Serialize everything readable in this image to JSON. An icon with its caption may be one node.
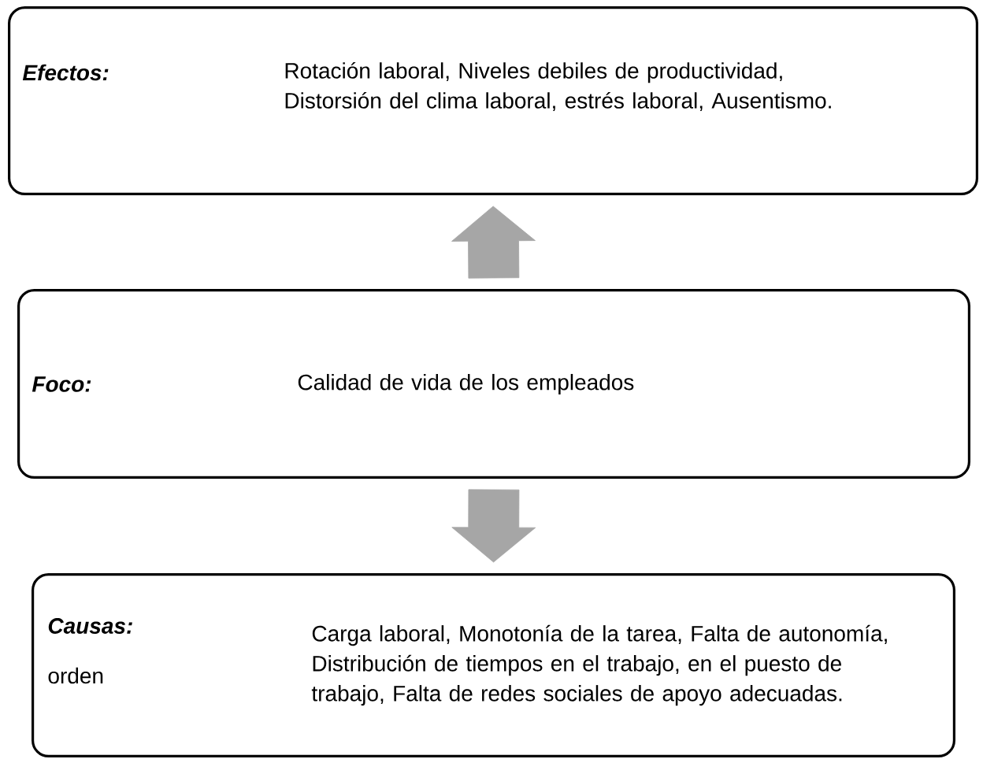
{
  "diagram": {
    "nodes": [
      {
        "text": [
          "Efectos:",
          "Rotación laboral, Niveles debiles de productividad, Distorsión del clima laboral, estrés laboral, Ausentismo."
        ]
      },
      {
        "text": [
          "Foco:",
          "Calidad de vida de los empleados"
        ]
      },
      {
        "text": [
          "Causas:",
          "orden",
          "Carga laboral, Monotonía de la tarea, Falta de autonomía, Distribución de tiempos en el trabajo, en el puesto de trabajo, Falta de redes sociales de apoyo adecuadas."
        ]
      }
    ],
    "edges": [
      {
        "from": 1,
        "to": 0,
        "arrow": "to"
      },
      {
        "from": 1,
        "to": 2,
        "arrow": "to"
      }
    ]
  }
}
